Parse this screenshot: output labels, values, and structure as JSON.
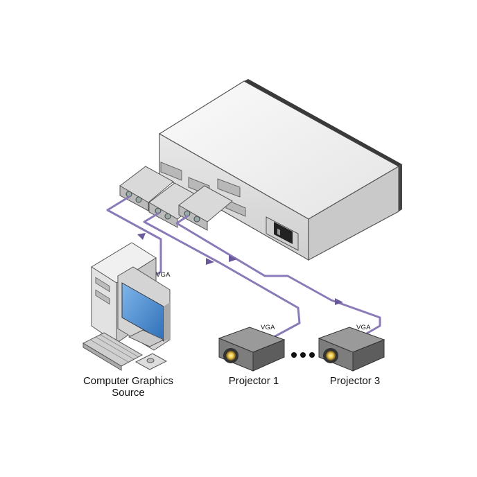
{
  "labels": {
    "computer_line1": "Computer Graphics",
    "computer_line2": "Source",
    "projector1": "Projector 1",
    "projector3": "Projector 3",
    "vga_computer": "VGA",
    "vga_projector1": "VGA",
    "vga_projector3": "VGA"
  },
  "colors": {
    "cable": "#8a7ab8",
    "cable_dark": "#6a5a9c",
    "housing_top": "#f2f2f2",
    "housing_front": "#dcdcdc",
    "housing_side": "#bdbdbd",
    "screen": "#4a90d8"
  },
  "icons": [
    "switcher-box",
    "vga-connector",
    "power-socket",
    "computer-tower",
    "monitor",
    "keyboard",
    "projector"
  ]
}
